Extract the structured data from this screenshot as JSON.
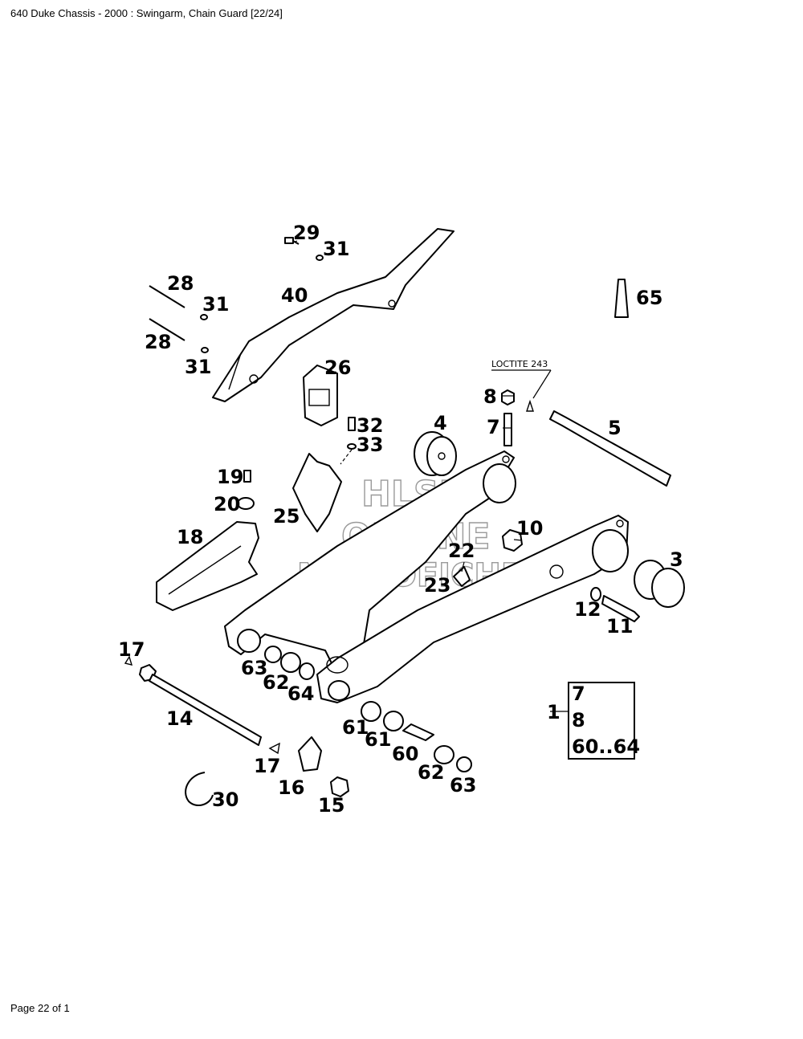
{
  "header": {
    "title": "640 Duke Chassis - 2000 : Swingarm, Chain Guard [22/24]"
  },
  "footer": {
    "page": "Page 22 of 1"
  },
  "watermark": {
    "line1": "HLSM",
    "line2": "ONLINE",
    "line3": "MICROFICHE"
  },
  "note": {
    "loctite": "LOCTITE 243"
  },
  "callouts": {
    "c29": "29",
    "c31a": "31",
    "c28a": "28",
    "c31b": "31",
    "c40": "40",
    "c28b": "28",
    "c31c": "31",
    "c65": "65",
    "c26": "26",
    "c8": "8",
    "c7": "7",
    "c5": "5",
    "c4": "4",
    "c32": "32",
    "c33": "33",
    "c19": "19",
    "c20": "20",
    "c25": "25",
    "c18": "18",
    "c10": "10",
    "c22": "22",
    "c23": "23",
    "c3": "3",
    "c12": "12",
    "c11": "11",
    "c17a": "17",
    "c63a": "63",
    "c62a": "62",
    "c64": "64",
    "c14": "14",
    "c61a": "61",
    "c61b": "61",
    "c60": "60",
    "c62b": "62",
    "c63b": "63",
    "c17b": "17",
    "c16": "16",
    "c15": "15",
    "c30": "30"
  },
  "kit_box": {
    "label": "1",
    "items": [
      "7",
      "8",
      "60..64"
    ]
  }
}
